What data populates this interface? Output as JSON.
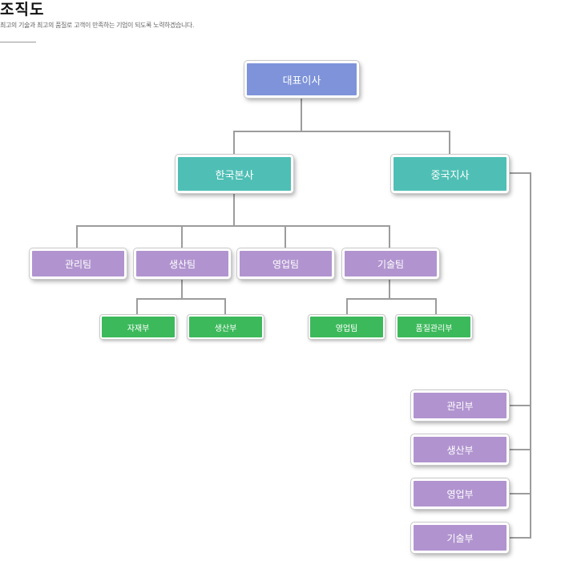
{
  "header": {
    "title": "조직도",
    "subtitle": "최고의 기술과 최고의 품질로 고객이 만족하는 기업이 되도록 노력하겠습니다."
  },
  "org": {
    "ceo": "대표이사",
    "korea_hq": "한국본사",
    "china_branch": "중국지사",
    "korea_teams": {
      "management": "관리팀",
      "production": "생산팀",
      "sales": "영업팀",
      "technology": "기술팀"
    },
    "production_depts": {
      "materials": "자재부",
      "production": "생산부"
    },
    "technology_depts": {
      "sales": "영업팀",
      "quality": "품질관리부"
    },
    "china_depts": {
      "management": "관리부",
      "production": "생산부",
      "sales": "영업부",
      "technology": "기술부"
    }
  },
  "colors": {
    "ceo": "#7e93d9",
    "branch": "#4fbfb5",
    "team": "#b194cf",
    "dept": "#3cb95b",
    "connector": "#9c9c9c"
  }
}
